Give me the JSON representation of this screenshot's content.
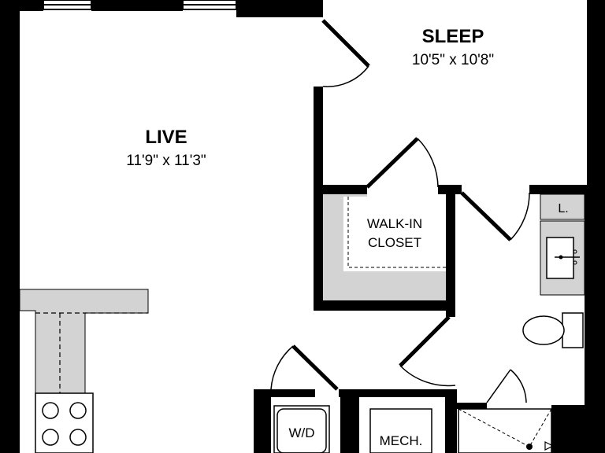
{
  "rooms": {
    "live": {
      "name": "LIVE",
      "dims": "11'9\" x 11'3\""
    },
    "sleep": {
      "name": "SLEEP",
      "dims": "10'5\" x 10'8\""
    }
  },
  "closet": {
    "line1": "WALK-IN",
    "line2": "CLOSET"
  },
  "bath": {
    "linen_label": "L."
  },
  "utility": {
    "washer_dryer": "W/D",
    "mechanical": "MECH."
  },
  "colors": {
    "wall": "#000000",
    "fixture_fill": "#d3d3d3",
    "background": "#ffffff"
  },
  "icons": [
    "door-swing-icon",
    "sink-icon",
    "toilet-icon",
    "stove-burner-icon",
    "shower-icon"
  ]
}
